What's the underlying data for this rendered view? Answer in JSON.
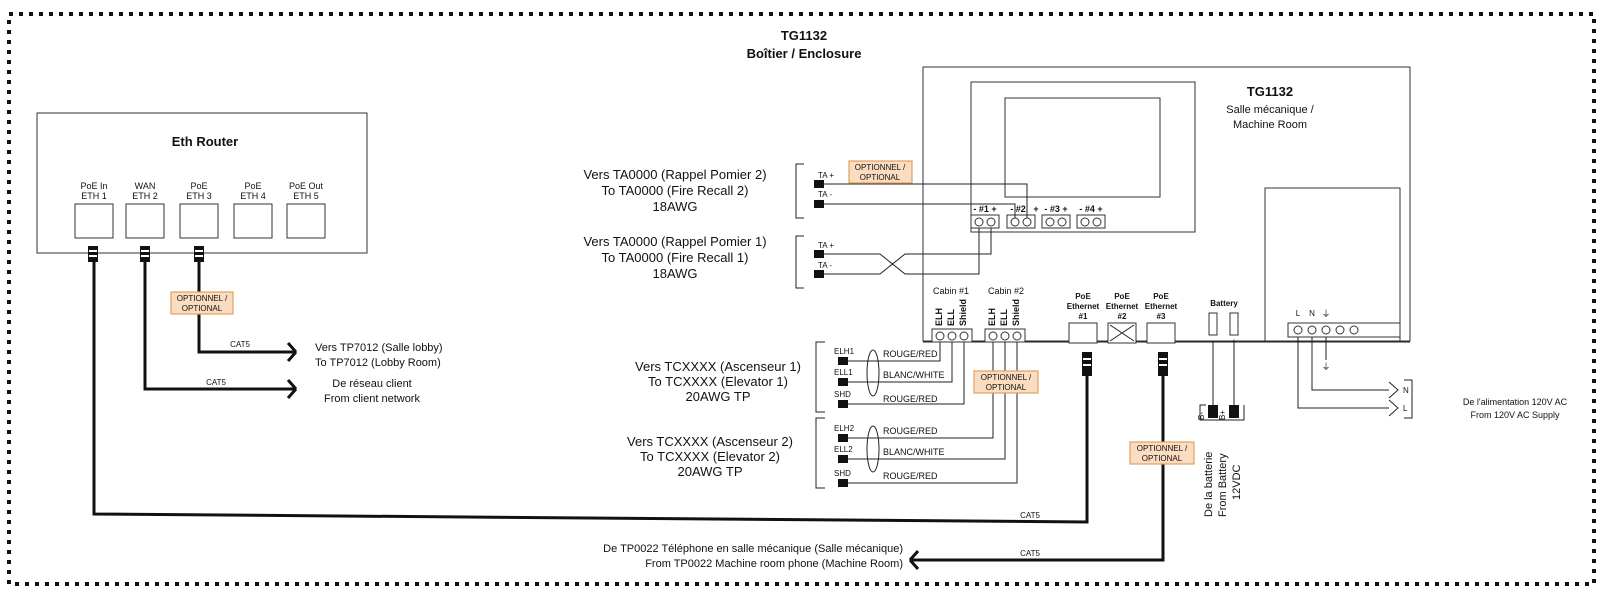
{
  "enclosure": {
    "title": "TG1132",
    "subtitle": "Boîtier / Enclosure"
  },
  "router": {
    "title": "Eth Router",
    "ports": [
      {
        "line1": "PoE In",
        "line2": "ETH 1"
      },
      {
        "line1": "WAN",
        "line2": "ETH 2"
      },
      {
        "line1": "PoE",
        "line2": "ETH 3"
      },
      {
        "line1": "PoE",
        "line2": "ETH 4"
      },
      {
        "line1": "PoE Out",
        "line2": "ETH 5"
      }
    ]
  },
  "optional_label": {
    "fr": "OPTIONNEL /",
    "en": "OPTIONAL"
  },
  "cat5": "CAT5",
  "lobby": {
    "fr": "Vers TP7012 (Salle lobby)",
    "en": "To TP7012 (Lobby Room)"
  },
  "client": {
    "fr": "De réseau client",
    "en": "From client network"
  },
  "machine_room_phone": {
    "fr": "De TP0022 Téléphone en salle mécanique (Salle mécanique)",
    "en": "From TP0022 Machine room phone (Machine Room)"
  },
  "controller": {
    "title": "TG1132",
    "sub1": "Salle mécanique /",
    "sub2": "Machine Room"
  },
  "terminals": {
    "t1": "- #1 +",
    "t2": "- #2",
    "t2plus": "+",
    "t3": "- #3 +",
    "t4": "- #4 +"
  },
  "fire2": {
    "l1": "Vers TA0000 (Rappel Pomier 2)",
    "l2": "To TA0000 (Fire Recall 2)",
    "l3": "18AWG",
    "plus": "TA +",
    "minus": "TA -"
  },
  "fire1": {
    "l1": "Vers TA0000 (Rappel Pomier 1)",
    "l2": "To TA0000 (Fire Recall 1)",
    "l3": "18AWG",
    "plus": "TA +",
    "minus": "TA -"
  },
  "cabins": {
    "c1": "Cabin #1",
    "c2": "Cabin #2",
    "pins": [
      "ELH",
      "ELL",
      "Shield"
    ]
  },
  "elev1": {
    "l1": "Vers TCXXXX (Ascenseur 1)",
    "l2": "To TCXXXX (Elevator 1)",
    "l3": "20AWG TP",
    "pins": [
      "ELH1",
      "ELL1",
      "SHD"
    ]
  },
  "elev2": {
    "l1": "Vers TCXXXX (Ascenseur 2)",
    "l2": "To TCXXXX (Elevator 2)",
    "l3": "20AWG TP",
    "pins": [
      "ELH2",
      "ELL2",
      "SHD"
    ]
  },
  "wire_colors": {
    "red": "ROUGE/RED",
    "white": "BLANC/WHITE"
  },
  "poe_eth": [
    {
      "l1": "PoE",
      "l2": "Ethernet",
      "l3": "#1"
    },
    {
      "l1": "PoE",
      "l2": "Ethernet",
      "l3": "#2"
    },
    {
      "l1": "PoE",
      "l2": "Ethernet",
      "l3": "#3"
    }
  ],
  "battery": {
    "title": "Battery",
    "minus": "-",
    "plus": "+",
    "bminus": "B-",
    "bplus": "B+",
    "fr": "De la batterie",
    "en": "From Battery",
    "volt": "12VDC"
  },
  "supply": {
    "l": "L",
    "n": "N",
    "ground": "⏚",
    "fr": "De l'alimentation 120V AC",
    "en": "From 120V AC Supply"
  },
  "colors": {
    "optional_fill": "#fbdcc0",
    "optional_stroke": "#e0a060",
    "ink": "#111111"
  }
}
